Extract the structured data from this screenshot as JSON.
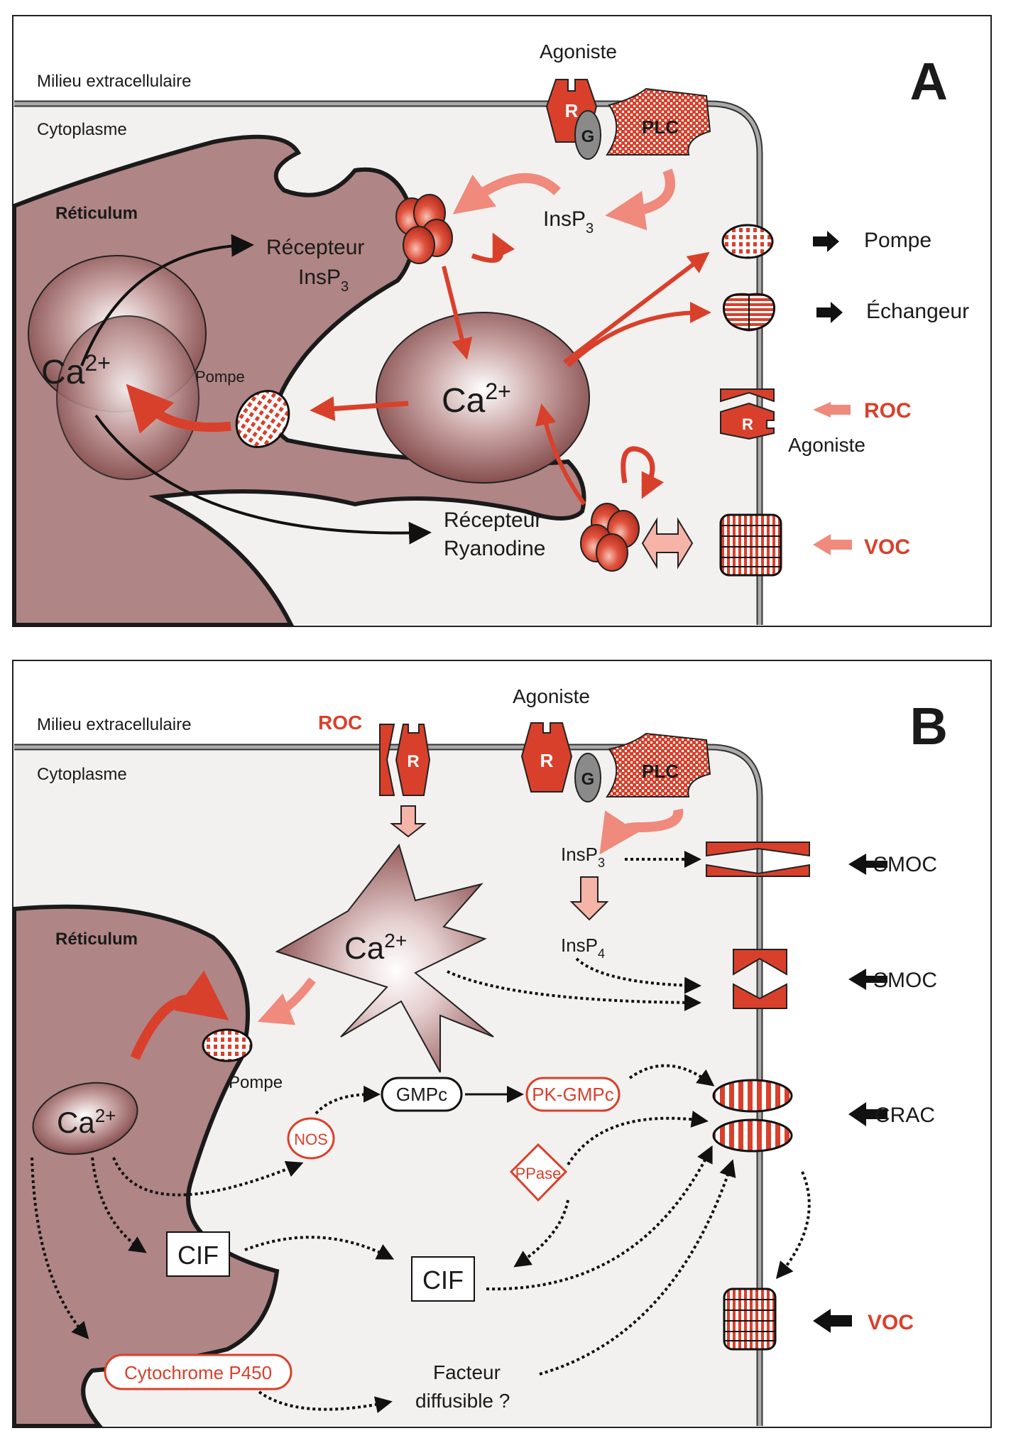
{
  "panel_a": {
    "letter": "A",
    "extracellular": "Milieu extracellulaire",
    "cytoplasm": "Cytoplasme",
    "reticulum": "Réticulum",
    "agonist_top": "Agoniste",
    "receptor_r": "R",
    "g_protein": "G",
    "plc": "PLC",
    "insp3": "InsP",
    "insp3_sub": "3",
    "ip3_receptor_line1": "Récepteur",
    "ip3_receptor_line2": "InsP",
    "ip3_receptor_sub": "3",
    "ca_store": "Ca",
    "ca_store_sup": "2+",
    "ca_cyto": "Ca",
    "ca_cyto_sup": "2+",
    "pump_label": "Pompe",
    "ryr_line1": "Récepteur",
    "ryr_line2": "Ryanodine",
    "out_pump": "Pompe",
    "out_exchanger": "Échangeur",
    "roc": "ROC",
    "roc_agonist": "Agoniste",
    "roc_r": "R",
    "voc": "VOC"
  },
  "panel_b": {
    "letter": "B",
    "extracellular": "Milieu extracellulaire",
    "cytoplasm": "Cytoplasme",
    "reticulum": "Réticulum",
    "agonist_top": "Agoniste",
    "roc": "ROC",
    "roc_r": "R",
    "receptor_r": "R",
    "g_protein": "G",
    "plc": "PLC",
    "insp3": "InsP",
    "insp3_sub": "3",
    "insp4": "InsP",
    "insp4_sub": "4",
    "ca_star": "Ca",
    "ca_star_sup": "2+",
    "ca_store": "Ca",
    "ca_store_sup": "2+",
    "pump_label": "Pompe",
    "gmpc": "GMPc",
    "pk_gmpc": "PK-GMPc",
    "nos": "NOS",
    "ppase": "PPase",
    "cif_in": "CIF",
    "cif_out": "CIF",
    "cyp450": "Cytochrome P450",
    "factor_line1": "Facteur",
    "factor_line2": "diffusible ?",
    "smoc1": "SMOC",
    "smoc2": "SMOC",
    "crac": "CRAC",
    "voc": "VOC"
  },
  "colors": {
    "red": "#d9402b",
    "light_red": "#ef8a7c",
    "reticulum": "#b08585",
    "cytoplasm": "#f2f1ef",
    "black": "#111111"
  }
}
